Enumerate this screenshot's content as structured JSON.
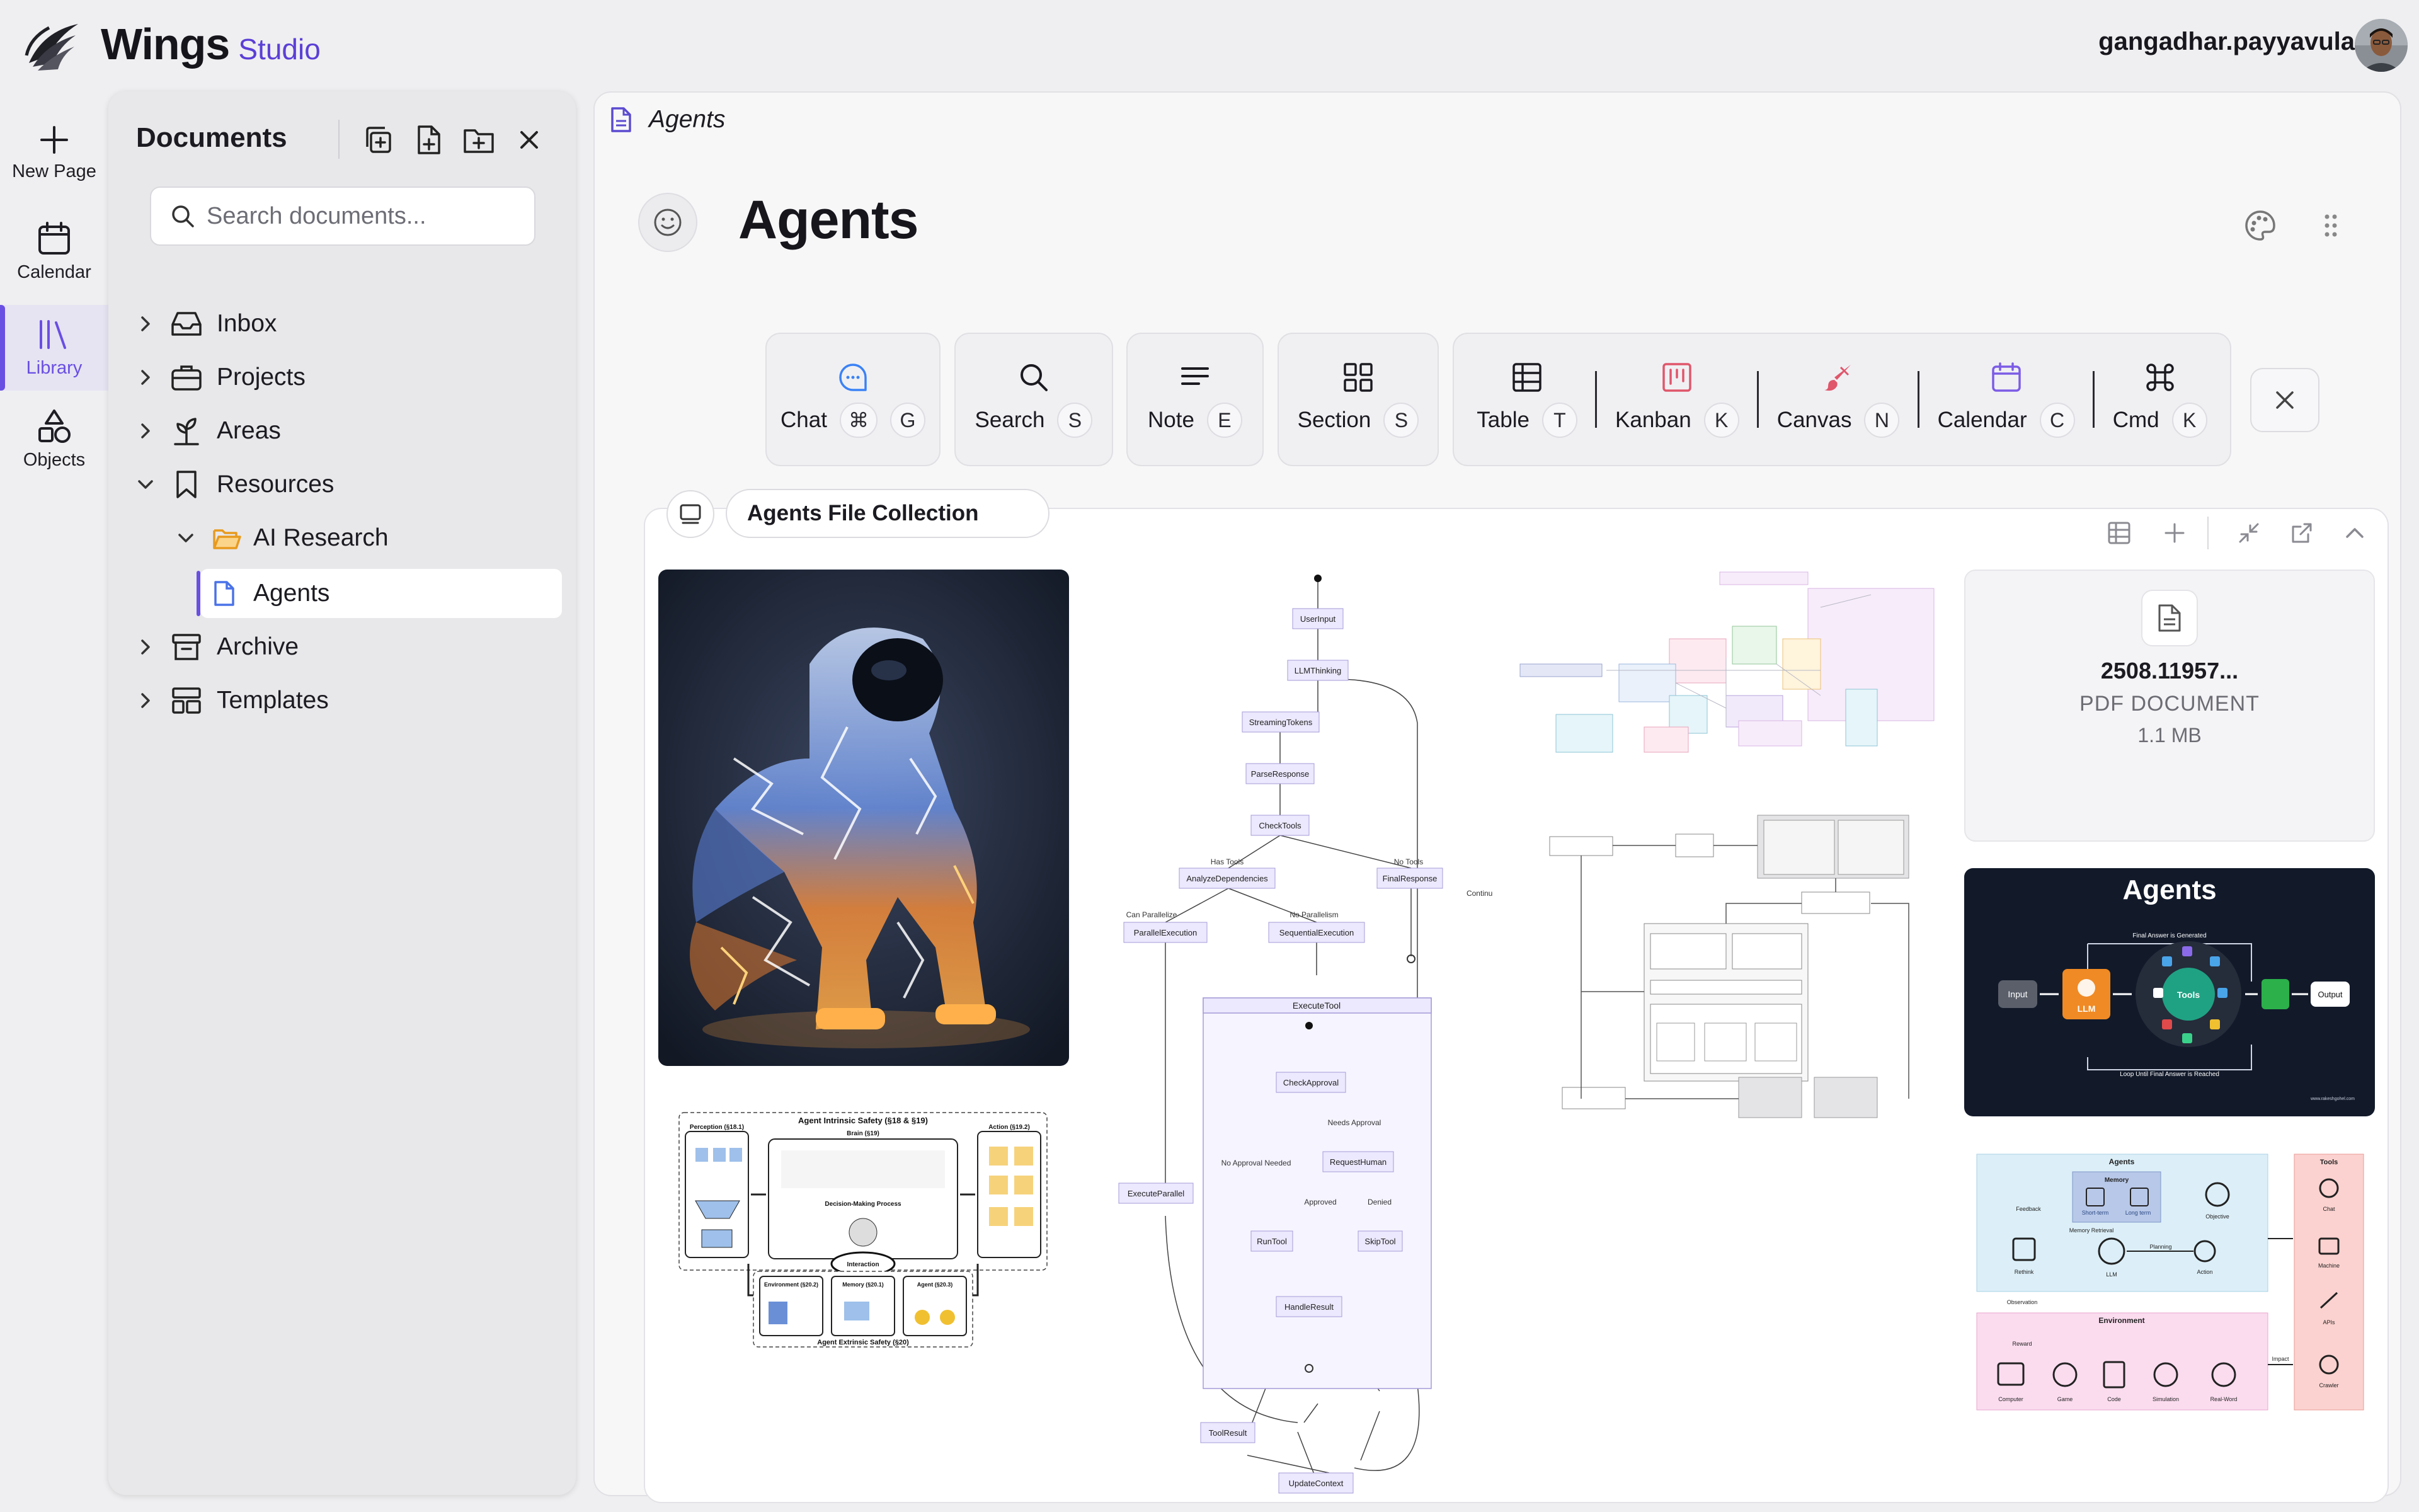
{
  "app": {
    "brand": "Wings",
    "brand_suffix": "Studio",
    "user_name": "gangadhar.payyavula"
  },
  "rail": [
    {
      "label": "New Page",
      "icon": "plus-icon"
    },
    {
      "label": "Calendar",
      "icon": "calendar-icon"
    },
    {
      "label": "Library",
      "icon": "library-icon",
      "active": true
    },
    {
      "label": "Objects",
      "icon": "shapes-icon"
    }
  ],
  "documents": {
    "title": "Documents",
    "search_placeholder": "Search documents...",
    "tree": [
      {
        "label": "Inbox",
        "icon": "inbox-icon",
        "expanded": false
      },
      {
        "label": "Projects",
        "icon": "briefcase-icon",
        "expanded": false
      },
      {
        "label": "Areas",
        "icon": "plant-icon",
        "expanded": false
      },
      {
        "label": "Resources",
        "icon": "bookmark-icon",
        "expanded": true
      },
      {
        "label": "AI Research",
        "icon": "folder-open-icon",
        "expanded": true
      },
      {
        "label": "Agents",
        "icon": "document-icon",
        "selected": true
      },
      {
        "label": "Archive",
        "icon": "archive-icon",
        "expanded": false
      },
      {
        "label": "Templates",
        "icon": "template-icon",
        "expanded": false
      }
    ]
  },
  "page": {
    "breadcrumb": "Agents",
    "title": "Agents"
  },
  "quick_actions": [
    {
      "label": "Chat",
      "keys": [
        "⌘",
        "G"
      ],
      "icon": "chat-icon",
      "color": "#3b82f6"
    },
    {
      "label": "Search",
      "keys": [
        "S"
      ],
      "icon": "search-icon"
    },
    {
      "label": "Note",
      "keys": [
        "E"
      ],
      "icon": "note-icon"
    },
    {
      "label": "Section",
      "keys": [
        "S"
      ],
      "icon": "section-icon"
    },
    {
      "label": "Table",
      "keys": [
        "T"
      ],
      "icon": "table-icon"
    },
    {
      "label": "Kanban",
      "keys": [
        "K"
      ],
      "icon": "kanban-icon",
      "color": "#e0566b"
    },
    {
      "label": "Canvas",
      "keys": [
        "N"
      ],
      "icon": "brush-icon",
      "color": "#e0566b"
    },
    {
      "label": "Calendar",
      "keys": [
        "C"
      ],
      "icon": "calendar-icon",
      "color": "#7c5ce6"
    },
    {
      "label": "Cmd",
      "keys": [
        "K"
      ],
      "icon": "command-icon"
    }
  ],
  "collection": {
    "name": "Agents File Collection",
    "pdf": {
      "name": "2508.11957...",
      "type": "PDF DOCUMENT",
      "size": "1.1 MB"
    },
    "infographic_title": "Agents",
    "infographic_text": {
      "top": "Final Answer is Generated",
      "bottom": "Loop Until Final Answer is Reached",
      "input": "Input",
      "llm": "LLM",
      "tools": "Tools",
      "output": "Output",
      "footer": "www.rakeshgohel.com"
    },
    "flowchart": {
      "nodes": [
        "UserInput",
        "LLMThinking",
        "StreamingTokens",
        "ParseResponse",
        "CheckTools",
        "AnalyzeDependencies",
        "FinalResponse",
        "ParallelExecution",
        "SequentialExecution",
        "ExecuteTool",
        "CheckApproval",
        "RequestHuman",
        "RunTool",
        "SkipTool",
        "HandleResult",
        "ExecuteParallel",
        "ToolResult",
        "UpdateContext"
      ],
      "edges": [
        "Has Tools",
        "No Tools",
        "Can Parallelize",
        "No Parallelism",
        "Continue",
        "Needs Approval",
        "No Approval Needed",
        "Approved",
        "Denied"
      ]
    },
    "safety_diagram": {
      "title": "Agent Intrinsic Safety (§18 & §19)",
      "perception": "Perception (§18.1)",
      "brain": "Brain (§19)",
      "action": "Action (§19.2)",
      "dmp": "Decision-Making Process",
      "interaction": "Interaction",
      "environment": "Environment (§20.2)",
      "memory": "Memory (§20.1)",
      "agent": "Agent (§20.3)",
      "extrinsic": "Agent Extrinsic Safety (§20)"
    },
    "arch_diagram": {
      "agents": "Agents",
      "memory": "Memory",
      "short_term": "Short-term",
      "long_term": "Long term",
      "environment": "Environment",
      "tools": "Tools",
      "labels": [
        "Feedback",
        "Objective",
        "Memory Retrieval",
        "Rethink",
        "LLM",
        "Planning",
        "Action",
        "Observation",
        "Reward",
        "Impact"
      ],
      "env_items": [
        "Computer",
        "Game",
        "Code",
        "Simulation",
        "Real-Word"
      ],
      "tool_items": [
        "Chat",
        "Machine",
        "APIs",
        "Crawler"
      ]
    }
  },
  "colors": {
    "accent": "#6a4fe3",
    "dark_card": "#121a2a"
  }
}
